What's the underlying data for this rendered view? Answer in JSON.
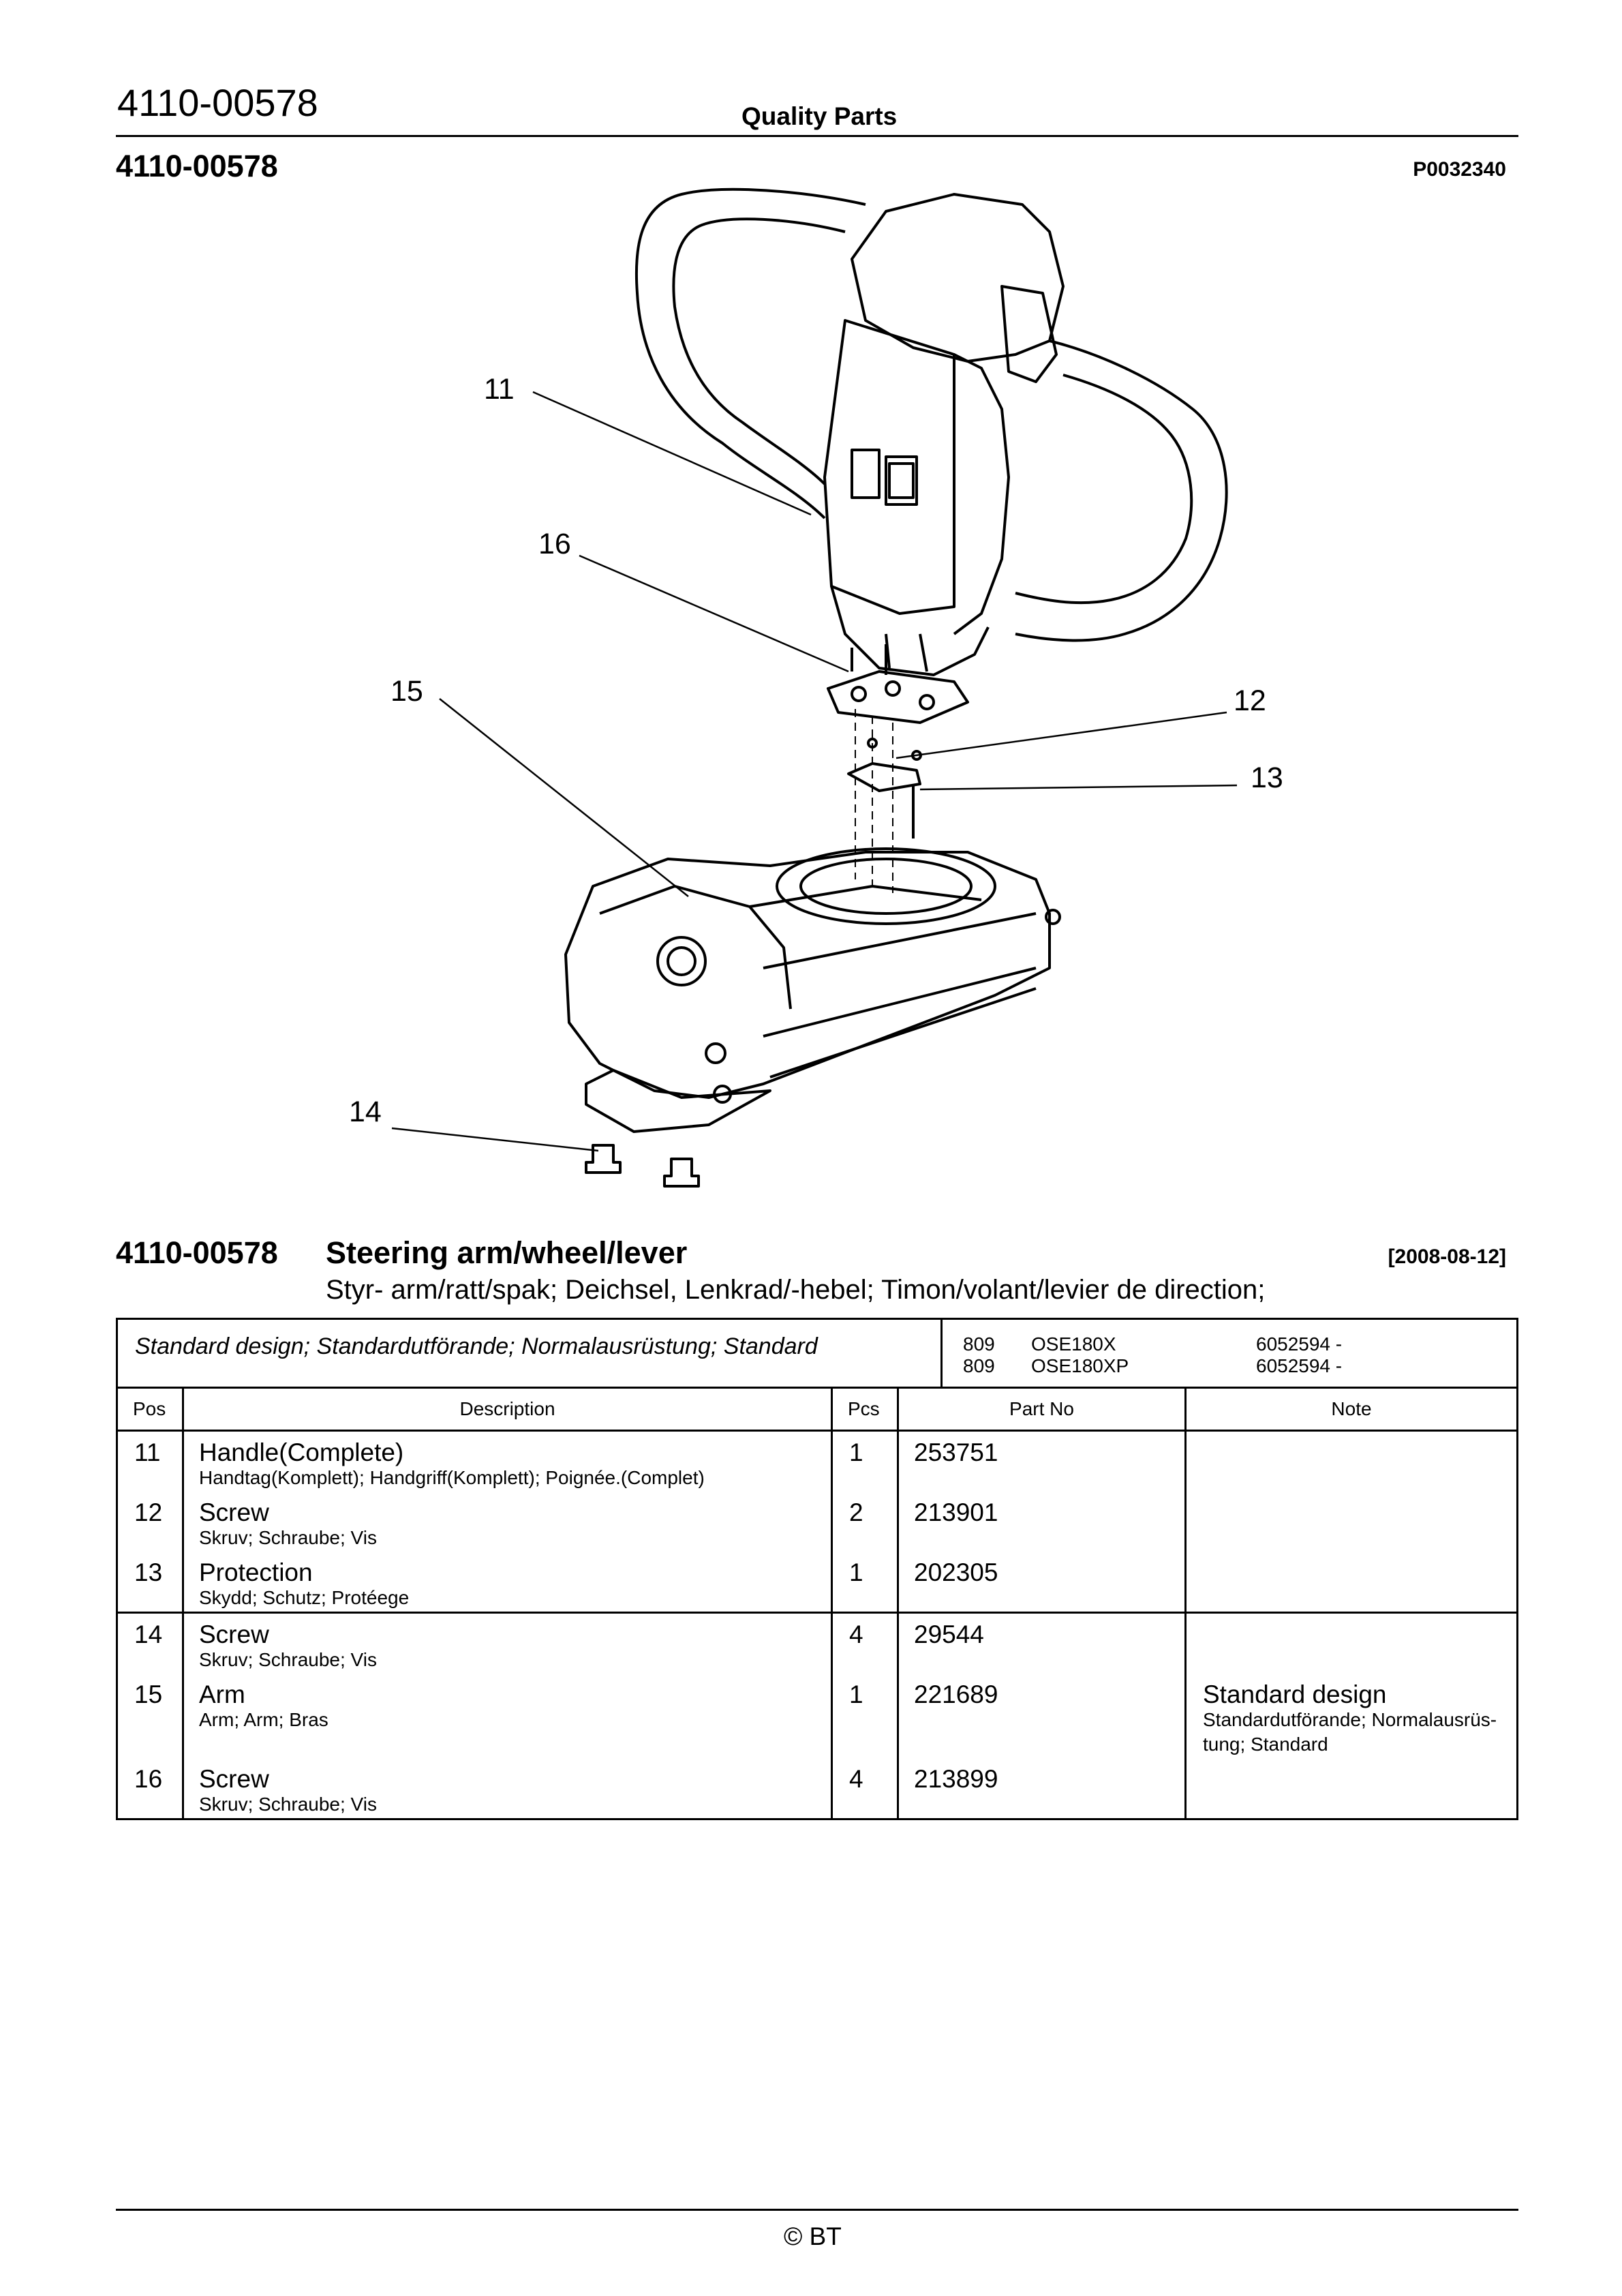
{
  "header": {
    "doc_number": "4110-00578",
    "section": "Quality Parts",
    "page_number": "4110-00578",
    "drawing_ref": "P0032340"
  },
  "drawing": {
    "callouts": [
      "11",
      "16",
      "15",
      "12",
      "13",
      "14"
    ]
  },
  "title_block": {
    "number": "4110-00578",
    "title": "Steering arm/wheel/lever",
    "date": "[2008-08-12]",
    "subtitle": "Styr- arm/ratt/spak; Deichsel, Lenkrad/-hebel; Timon/volant/levier de direction;"
  },
  "variant": {
    "description": "Standard design; Standardutförande; Normalausrüstung; Standard",
    "models": [
      {
        "code": "809",
        "model": "OSE180X",
        "serial": "6052594 -"
      },
      {
        "code": "809",
        "model": "OSE180XP",
        "serial": "6052594 -"
      }
    ]
  },
  "columns": {
    "pos": "Pos",
    "description": "Description",
    "pcs": "Pcs",
    "part_no": "Part No",
    "note": "Note"
  },
  "parts": [
    {
      "pos": "11",
      "name": "Handle(Complete)",
      "translations": "Handtag(Komplett); Handgriff(Komplett); Poignée.(Complet)",
      "pcs": "1",
      "part_no": "253751",
      "note": "",
      "note_detail_1": "",
      "note_detail_2": ""
    },
    {
      "pos": "12",
      "name": "Screw",
      "translations": "Skruv; Schraube; Vis",
      "pcs": "2",
      "part_no": "213901",
      "note": "",
      "note_detail_1": "",
      "note_detail_2": ""
    },
    {
      "pos": "13",
      "name": "Protection",
      "translations": "Skydd; Schutz; Protéege",
      "pcs": "1",
      "part_no": "202305",
      "note": "",
      "note_detail_1": "",
      "note_detail_2": ""
    },
    {
      "pos": "14",
      "name": "Screw",
      "translations": "Skruv; Schraube; Vis",
      "pcs": "4",
      "part_no": "29544",
      "note": "",
      "note_detail_1": "",
      "note_detail_2": ""
    },
    {
      "pos": "15",
      "name": "Arm",
      "translations": "Arm; Arm; Bras",
      "pcs": "1",
      "part_no": "221689",
      "note": "Standard design",
      "note_detail_1": "Standardutförande; Normalausrüs-",
      "note_detail_2": "tung; Standard"
    },
    {
      "pos": "16",
      "name": "Screw",
      "translations": "Skruv; Schraube; Vis",
      "pcs": "4",
      "part_no": "213899",
      "note": "",
      "note_detail_1": "",
      "note_detail_2": ""
    }
  ],
  "footer": {
    "copyright": "© BT"
  }
}
